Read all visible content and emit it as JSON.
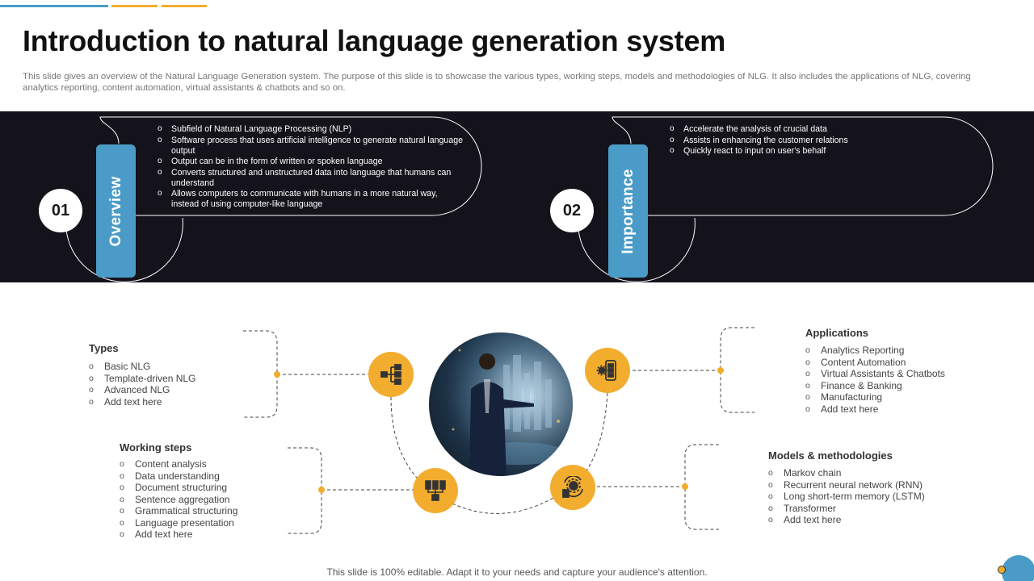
{
  "slide": {
    "title": "Introduction to natural language generation system",
    "subtitle": "This slide gives an overview of the Natural Language Generation system. The purpose of this slide is to showcase the various types, working steps, models and methodologies of NLG. It also includes the applications of NLG, covering analytics reporting, content automation, virtual assistants & chatbots and so on.",
    "footer": "This slide is 100% editable. Adapt it to your needs and capture your audience's attention."
  },
  "overview": {
    "number": "01",
    "label": "Overview",
    "items": [
      "Subfield of Natural Language Processing (NLP)",
      "Software process that uses artificial intelligence to generate natural language output",
      "Output can be in the form of written or spoken language",
      "Converts structured and unstructured data into language that humans can understand",
      "Allows computers to communicate with humans in a more natural way, instead of using computer-like language"
    ]
  },
  "importance": {
    "number": "02",
    "label": "Importance",
    "items": [
      "Accelerate the analysis of crucial data",
      "Assists in enhancing the customer relations",
      "Quickly react to input on user's behalf"
    ]
  },
  "types": {
    "heading": "Types",
    "items": [
      "Basic NLG",
      "Template-driven NLG",
      "Advanced NLG",
      "Add text here"
    ]
  },
  "working_steps": {
    "heading": "Working steps",
    "items": [
      "Content analysis",
      "Data understanding",
      "Document structuring",
      "Sentence aggregation",
      "Grammatical structuring",
      "Language presentation",
      "Add text here"
    ]
  },
  "applications": {
    "heading": "Applications",
    "items": [
      "Analytics Reporting",
      "Content Automation",
      "Virtual Assistants & Chatbots",
      "Finance & Banking",
      "Manufacturing",
      "Add text here"
    ]
  },
  "models": {
    "heading": "Models & methodologies",
    "items": [
      "Markov chain",
      "Recurrent neural network (RNN)",
      "Long short-term memory (LSTM)",
      "Transformer",
      "Add text here"
    ]
  },
  "icons": {
    "types": "hierarchy-icon",
    "applications": "app-settings-icon",
    "working_steps": "servers-icon",
    "models": "gear-cycle-icon"
  },
  "colors": {
    "accent_blue": "#4a9bc7",
    "accent_orange": "#f2ad2e",
    "dark_band": "#14131b"
  }
}
